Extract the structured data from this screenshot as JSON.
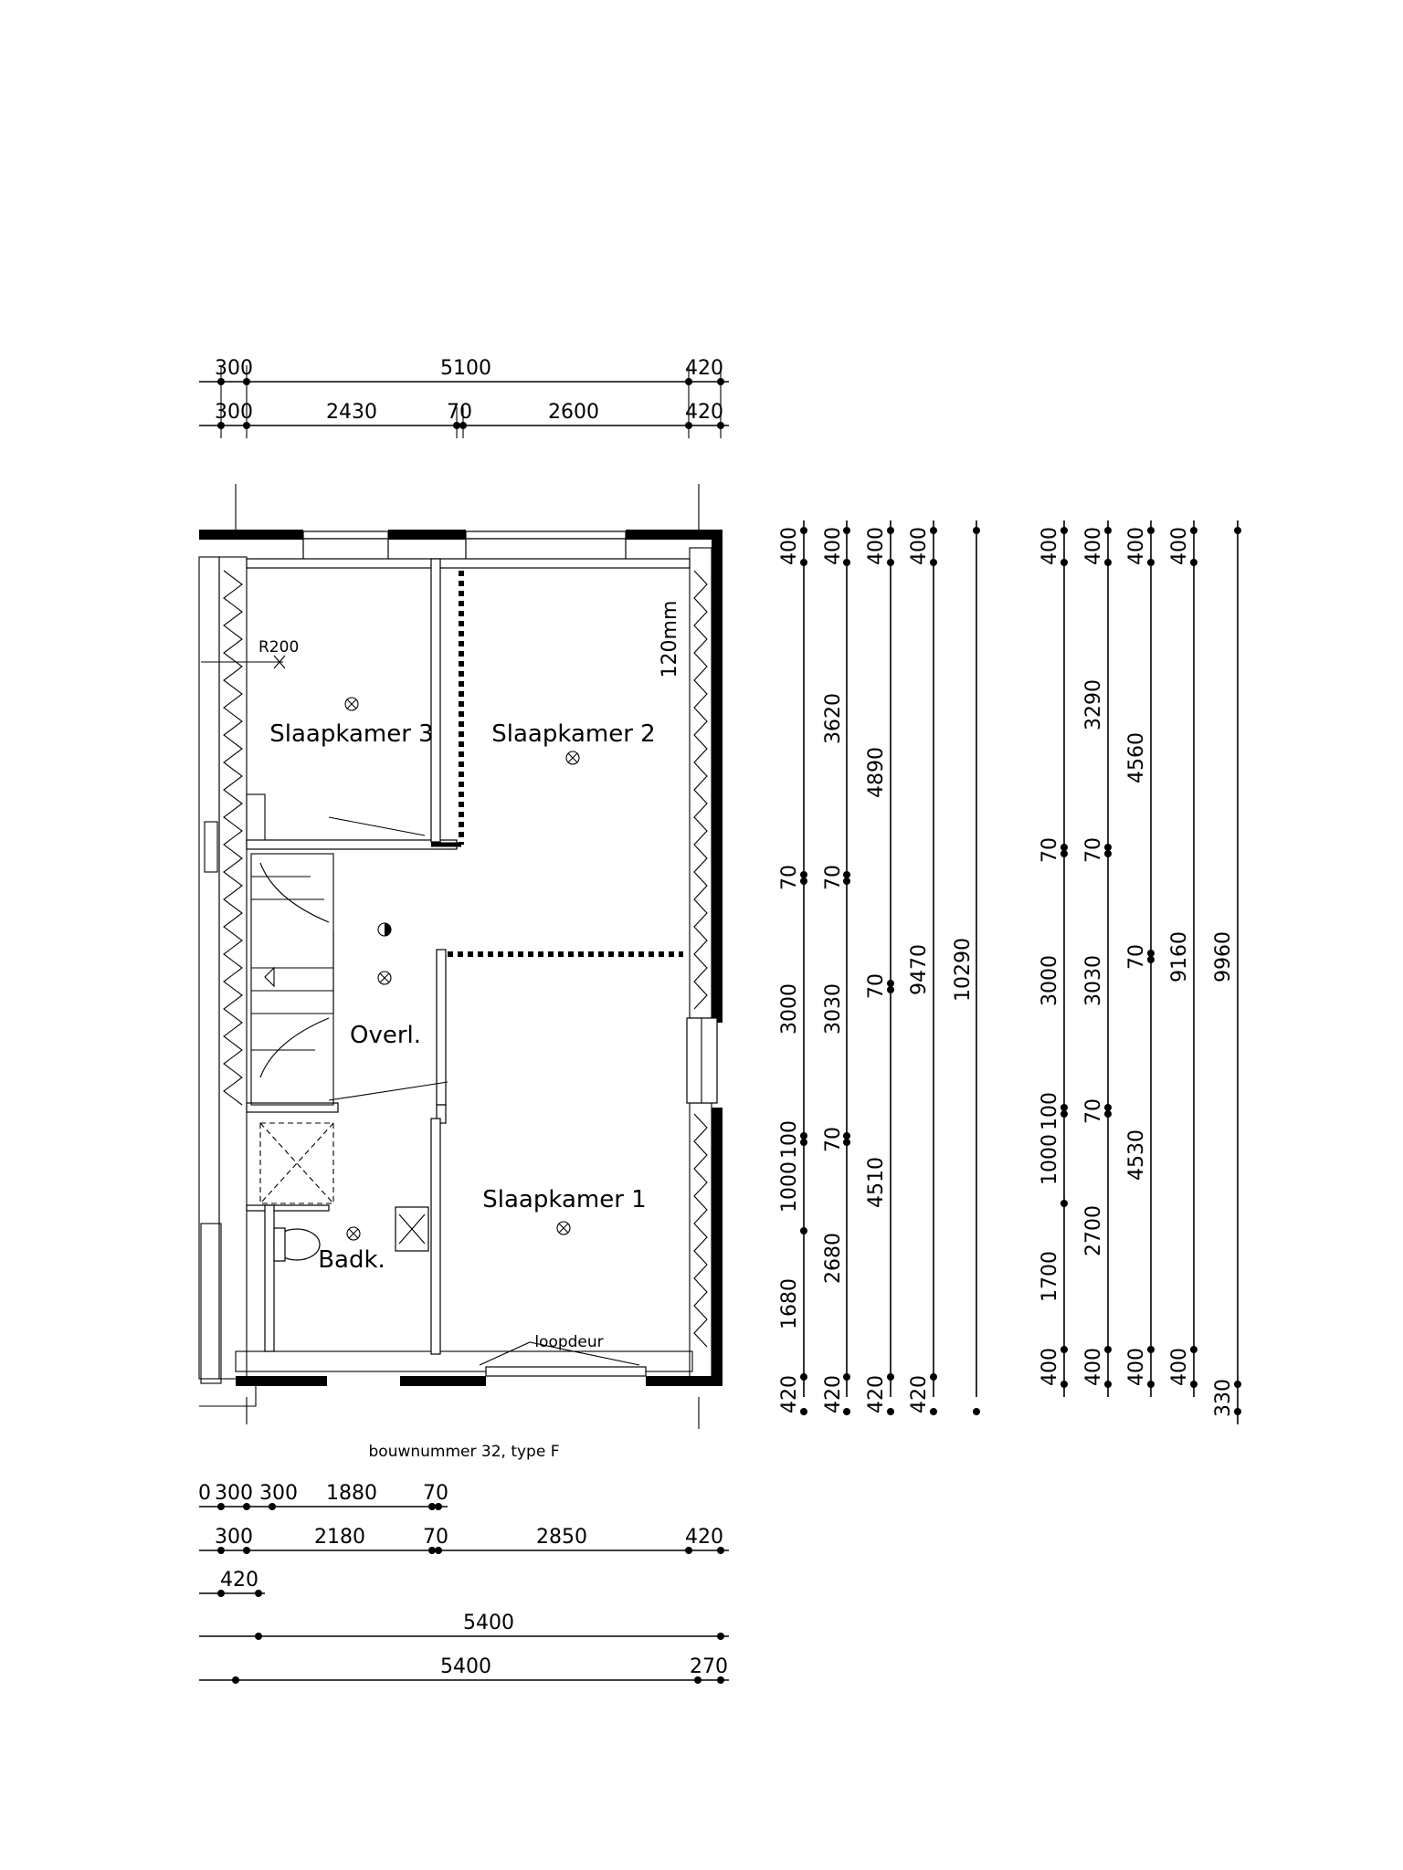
{
  "rooms": {
    "slaapkamer_3": "Slaapkamer 3",
    "slaapkamer_2": "Slaapkamer 2",
    "slaapkamer_1": "Slaapkamer 1",
    "overloop": "Overl.",
    "badkamer": "Badk."
  },
  "annotations": {
    "r200": "R200",
    "wall_thickness": "120mm",
    "loopdeur": "loopdeur",
    "caption": "bouwnummer 32, type F"
  },
  "dims_top": {
    "row1": [
      "300",
      "5100",
      "420"
    ],
    "row2": [
      "300",
      "2430",
      "70",
      "2600",
      "420"
    ]
  },
  "dims_bottom": {
    "row1": [
      "0",
      "300",
      "300",
      "1880",
      "70"
    ],
    "row2": [
      "300",
      "2180",
      "70",
      "2850",
      "420"
    ],
    "row3": [
      "420"
    ],
    "row4": [
      "5400"
    ],
    "row5": [
      "5400",
      "270"
    ]
  },
  "dims_right_a": {
    "c1": [
      "400",
      "3620",
      "70",
      "3000",
      "100",
      "1000",
      "1680",
      "420"
    ],
    "c2": [
      "400",
      "70",
      "3030",
      "70",
      "2680",
      "420"
    ],
    "c3": [
      "400",
      "4890",
      "70",
      "4510",
      "420"
    ],
    "c4": [
      "400",
      "9470",
      "420"
    ],
    "c5": [
      "10290"
    ]
  },
  "dims_right_b": {
    "c1": [
      "400",
      "3290",
      "70",
      "3000",
      "100",
      "1000",
      "1700",
      "400"
    ],
    "c2": [
      "400",
      "70",
      "3030",
      "70",
      "2700",
      "400"
    ],
    "c3": [
      "400",
      "4560",
      "70",
      "4530",
      "400"
    ],
    "c4": [
      "400",
      "9160",
      "400"
    ],
    "c5": [
      "9960",
      "330"
    ]
  }
}
